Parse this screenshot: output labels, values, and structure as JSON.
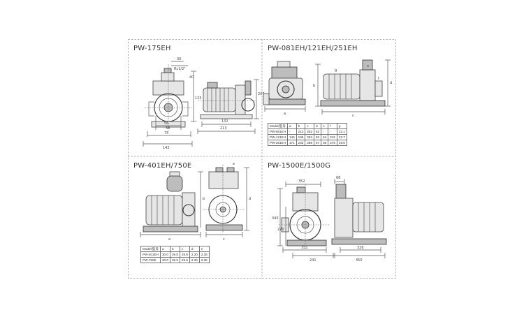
{
  "panels": {
    "tl": {
      "title": "PW-175EH",
      "dims": [
        "30",
        "Rc1/2\"",
        "40",
        "125",
        "207",
        "56",
        "38",
        "75",
        "132",
        "213",
        "142"
      ]
    },
    "tr": {
      "title": "PW-081EH/121EH/251EH",
      "dims": [
        "a",
        "b",
        "c",
        "d",
        "e",
        "f",
        "g"
      ],
      "table": {
        "header": [
          "Model/型号",
          "a",
          "b",
          "c",
          "d",
          "e",
          "f",
          "g"
        ],
        "rows": [
          [
            "PW-081EH",
            "-",
            "213",
            "262",
            "62",
            "-",
            "-",
            "23.1"
          ],
          [
            "PW-121EH",
            "146",
            "199",
            "263",
            "53",
            "54",
            "216",
            "23.7"
          ],
          [
            "PW-251EH",
            "171",
            "232",
            "298",
            "57",
            "58",
            "276",
            "29.8"
          ]
        ]
      }
    },
    "bl": {
      "title": "PW-401EH/750E",
      "dims": [
        "a",
        "b",
        "c",
        "d",
        "e"
      ],
      "table": {
        "header": [
          "Model/型号",
          "a",
          "b",
          "c",
          "d",
          "e"
        ],
        "rows": [
          [
            "PW-401EH",
            "30.0",
            "39.5",
            "28.9",
            "2.30",
            "2.35"
          ],
          [
            "PW-750E",
            "30.0",
            "39.5",
            "29.9",
            "2.30",
            "2.35"
          ]
        ]
      }
    },
    "br": {
      "title": "PW-1500E/1500G",
      "dims": [
        "352",
        "68",
        "340",
        "270",
        "351",
        "326",
        "241",
        "350"
      ]
    }
  }
}
